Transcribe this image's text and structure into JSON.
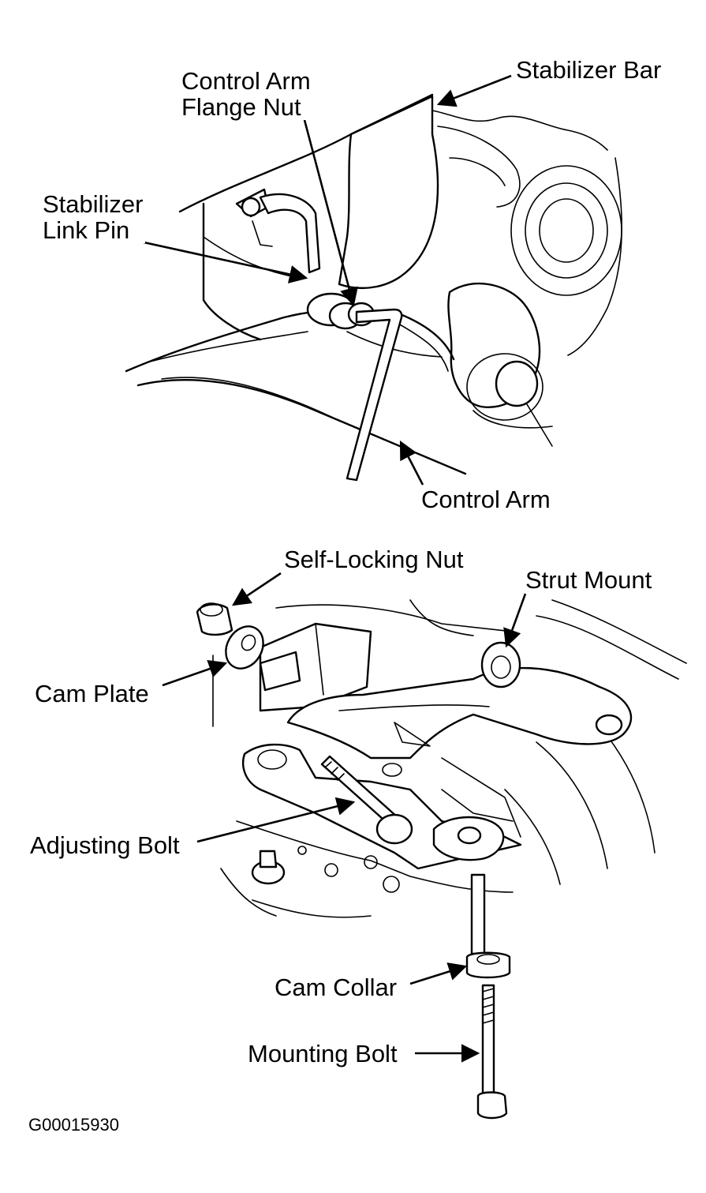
{
  "top_view": {
    "labels": {
      "stabilizer_bar": "Stabilizer Bar",
      "control_arm_flange_nut_line1": "Control Arm",
      "control_arm_flange_nut_line2": "Flange Nut",
      "stabilizer_link_pin_line1": "Stabilizer",
      "stabilizer_link_pin_line2": "Link Pin",
      "control_arm": "Control Arm"
    }
  },
  "bottom_view": {
    "labels": {
      "self_locking_nut": "Self-Locking Nut",
      "strut_mount": "Strut Mount",
      "cam_plate": "Cam Plate",
      "adjusting_bolt": "Adjusting Bolt",
      "cam_collar": "Cam Collar",
      "mounting_bolt": "Mounting Bolt"
    }
  },
  "figure_id": "G00015930"
}
